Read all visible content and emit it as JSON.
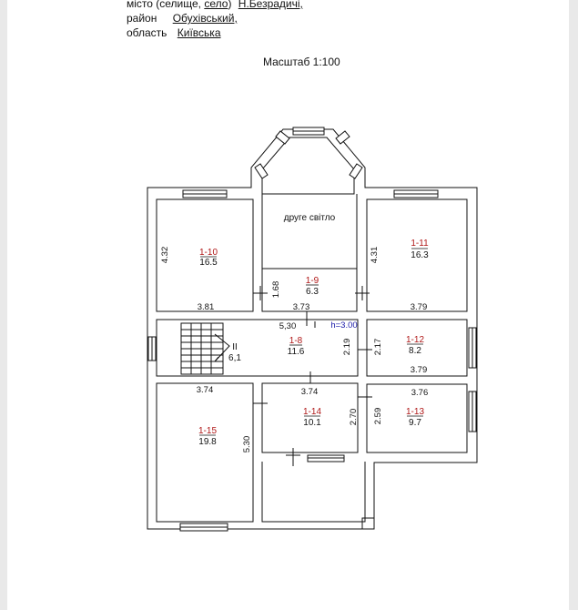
{
  "header": {
    "line1": {
      "prefix": "місто (селище, ",
      "selo": "село",
      "close": ")",
      "value": "Н.Безрадичі,"
    },
    "line2": {
      "label": "район",
      "value": "Обухівський,"
    },
    "line3": {
      "label": "область",
      "value": "Київська"
    }
  },
  "scale": "Масштаб 1:100",
  "plan": {
    "second_light": "друге світло",
    "height_note": "h=3.00",
    "stair_mark": "II",
    "stair_area": "6,1",
    "rooms": [
      {
        "num": "1-10",
        "area": "16.5"
      },
      {
        "num": "1-11",
        "area": "16.3"
      },
      {
        "num": "1-9",
        "area": "6.3"
      },
      {
        "num": "1-8",
        "area": "11.6"
      },
      {
        "num": "1-12",
        "area": "8.2"
      },
      {
        "num": "1-14",
        "area": "10.1"
      },
      {
        "num": "1-13",
        "area": "9.7"
      },
      {
        "num": "1-15",
        "area": "19.8"
      }
    ],
    "dims": {
      "d432": "4.32",
      "d381": "3.81",
      "d431": "4.31",
      "d379a": "3.79",
      "d168": "1.68",
      "d373": "3.73",
      "d530a": "5,30",
      "d219": "2.19",
      "d217": "2.17",
      "d379b": "3.79",
      "d374a": "3.74",
      "d374b": "3.74",
      "d376": "3.76",
      "d270": "2.70",
      "d259": "2.59",
      "d530b": "5.30"
    }
  }
}
